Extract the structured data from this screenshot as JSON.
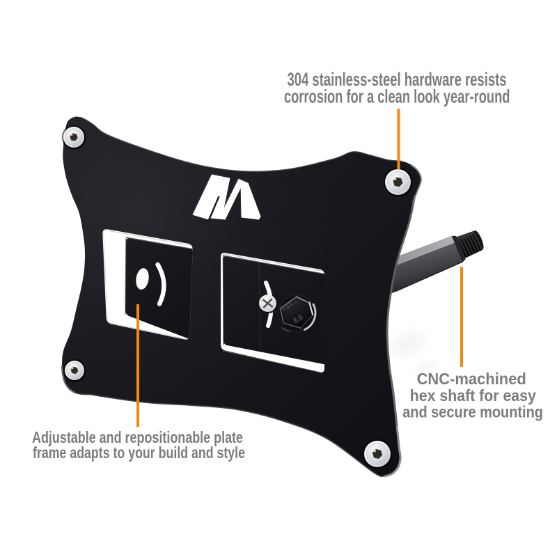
{
  "figure": {
    "type": "annotated product photo",
    "subject": "Black license-plate relocation bracket with stainless hardware and hex mounting shaft",
    "background": "#ffffff",
    "logo_letter": "M",
    "bolt_grade_marking": "8.8",
    "bolt_brand_marking": "YST",
    "colors": {
      "accent_orange": "#F6870D",
      "plate_black": "#17181B",
      "callout_text_gray": "#7B7C7E",
      "hardware_silver": "#D7DADE"
    }
  },
  "callouts": {
    "hardware": {
      "lines": [
        "304 stainless-steel hardware resists",
        "corrosion for a clean look year-round"
      ]
    },
    "shaft": {
      "lines": [
        "CNC-machined",
        "hex shaft for easy",
        "and secure mounting"
      ]
    },
    "frame": {
      "lines": [
        "Adjustable and repositionable plate",
        "frame adapts to your build and style"
      ]
    }
  }
}
